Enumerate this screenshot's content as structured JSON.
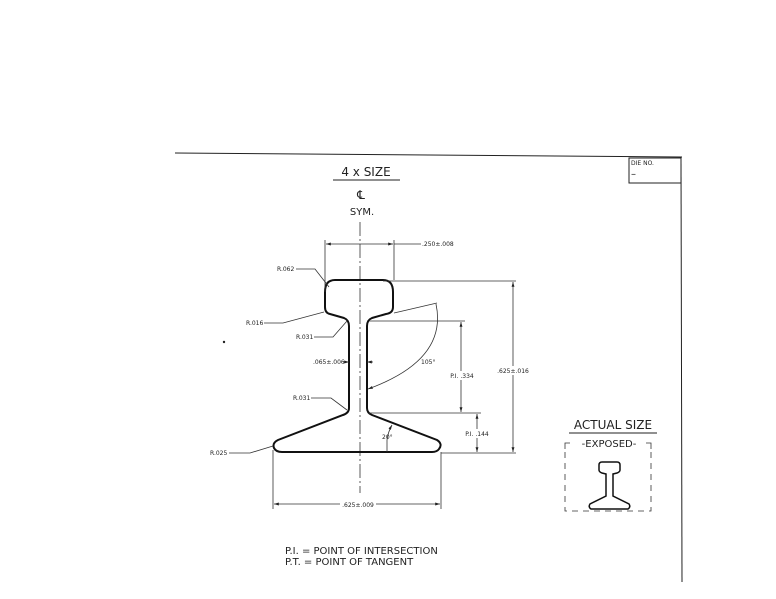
{
  "title": {
    "scale": "4 x SIZE",
    "centerline_symbol": "℄",
    "sym": "SYM."
  },
  "die_box": {
    "label": "DIE NO.",
    "value": "–"
  },
  "dimensions": {
    "head_width": ".250±.008",
    "overall_height": ".625±.016",
    "web_thickness": ".065±.006",
    "pi_334": "P.I.  .334",
    "pi_144": "P.I.  .144",
    "angle_105": "105°",
    "angle_20": "20°",
    "base_width": ".625±.009"
  },
  "radii": {
    "head_corner": "R.062",
    "head_under": "R.016",
    "web_top": "R.031",
    "web_bottom": "R.031",
    "base_edge": "R.025"
  },
  "actual_size": {
    "title": "ACTUAL SIZE",
    "subtitle": "-EXPOSED-"
  },
  "legend": [
    "P.I. = POINT OF INTERSECTION",
    "P.T. = POINT OF TANGENT"
  ]
}
